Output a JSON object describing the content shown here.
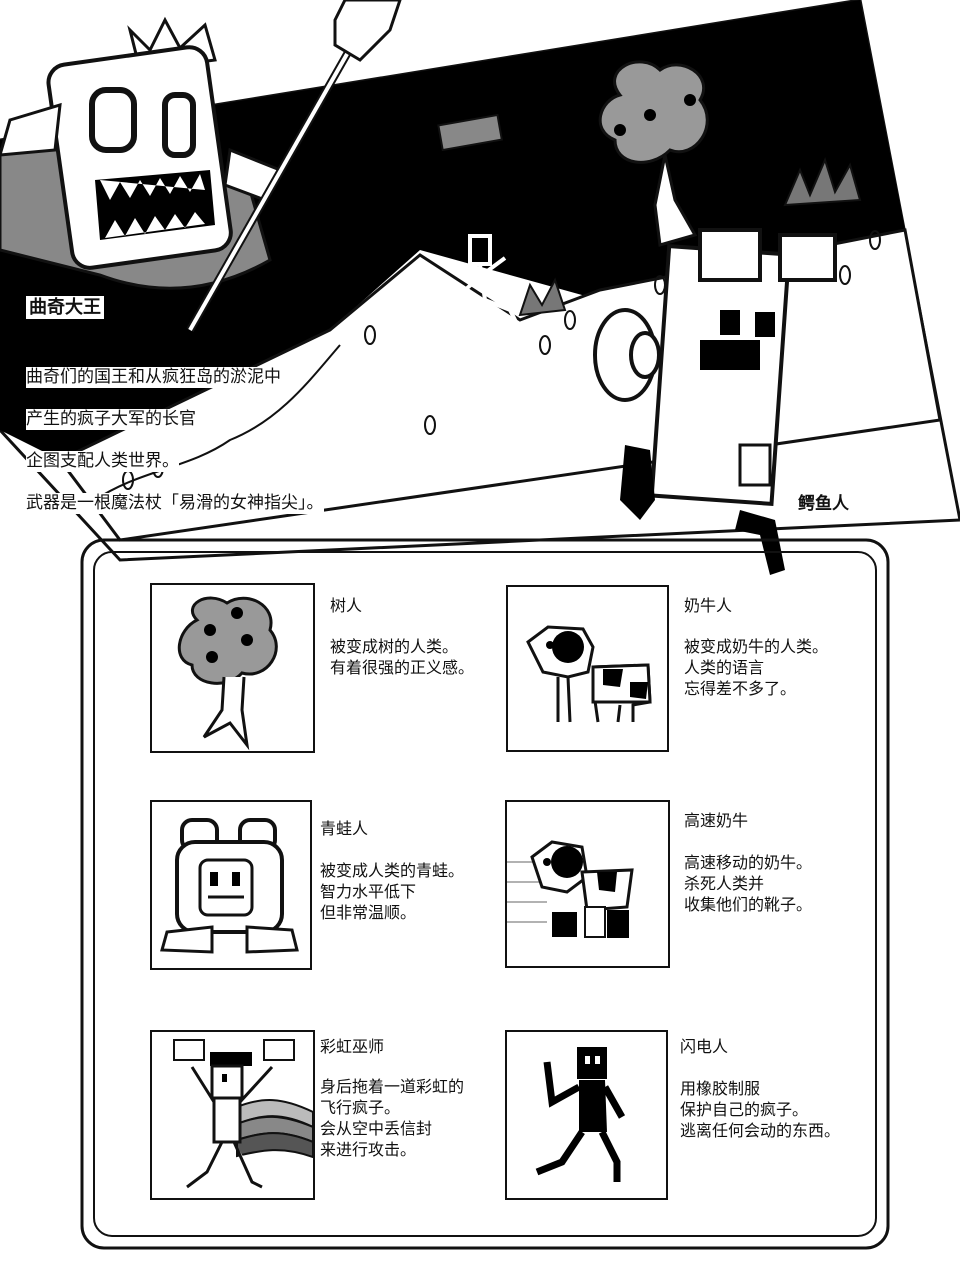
{
  "boss": {
    "name": "曲奇大王",
    "lines": [
      "曲奇们的国王和从疯狂岛的淤泥中",
      "产生的疯子大军的长官",
      "企图支配人类世界。",
      "武器是一根魔法杖「易滑的女神指尖」。"
    ]
  },
  "croc": {
    "name": "鳄鱼人"
  },
  "characters": [
    {
      "name": "树人",
      "desc": "被变成树的人类。\n有着很强的正义感。",
      "icon": "tree-icon"
    },
    {
      "name": "奶牛人",
      "desc": "被变成奶牛的人类。\n人类的语言\n忘得差不多了。",
      "icon": "cow-icon"
    },
    {
      "name": "青蛙人",
      "desc": "被变成人类的青蛙。\n智力水平低下\n但非常温顺。",
      "icon": "frog-man-icon"
    },
    {
      "name": "高速奶牛",
      "desc": "高速移动的奶牛。\n杀死人类并\n收集他们的靴子。",
      "icon": "speed-cow-icon"
    },
    {
      "name": "彩虹巫师",
      "desc": "身后拖着一道彩虹的\n飞行疯子。\n会从空中丢信封\n来进行攻击。",
      "icon": "rainbow-wizard-icon"
    },
    {
      "name": "闪电人",
      "desc": "用橡胶制服\n保护自己的疯子。\n逃离任何会动的东西。",
      "icon": "lightning-man-icon"
    }
  ]
}
